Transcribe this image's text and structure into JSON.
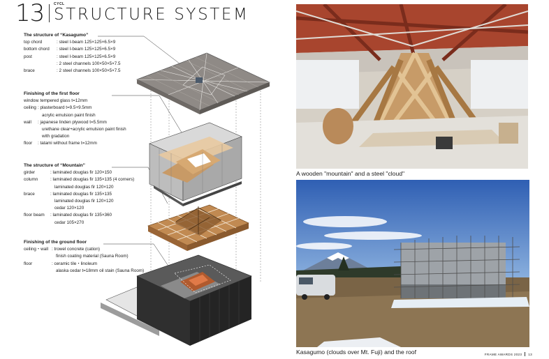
{
  "header": {
    "page_number": "13",
    "tag": "CYCL",
    "title": "STRUCTURE SYSTEM"
  },
  "kasagumo": {
    "title": "The structure of “Kasagumo”",
    "rows": [
      {
        "label": "top chord",
        "value": ": steel I-beam 125×125×6.5×9"
      },
      {
        "label": "bottom chord",
        "value": ": steel I-beam 125×125×6.5×9"
      },
      {
        "label": "post",
        "value": ": steel I-beam 125×125×6.5×9"
      },
      {
        "label": "",
        "value": ": 2 steel channels 100×50×5×7.5"
      },
      {
        "label": "brace",
        "value": ": 2 steel channels 100×50×5×7.5"
      }
    ]
  },
  "first_floor": {
    "title": "Finishing of the first floor",
    "rows": [
      {
        "label": "window",
        "value": ": tempered glass t=12mm"
      },
      {
        "label": "ceiling",
        "value": ": plasterboard t=9.5+9.5mm"
      },
      {
        "label": "",
        "value": "acrylic emulsion paint finish"
      },
      {
        "label": "wall",
        "value": ": japanese linden plywood t=5.5mm"
      },
      {
        "label": "",
        "value": "urethane clear+acrylic emulsion paint finish"
      },
      {
        "label": "",
        "value": "with gradation"
      },
      {
        "label": "floor",
        "value": ": tatami without frame t=12mm"
      }
    ]
  },
  "mountain": {
    "title": "The structure of “Mountain”",
    "rows": [
      {
        "label": "girder",
        "value": ": laminated douglas fir 120×150"
      },
      {
        "label": "column",
        "value": ": laminated douglas fir 135×135 (4 corners)"
      },
      {
        "label": "",
        "value": "laminated douglas fir 120×120"
      },
      {
        "label": "brace",
        "value": ": laminated douglas fir 135×135"
      },
      {
        "label": "",
        "value": "laminated douglas fir 120×120"
      },
      {
        "label": "",
        "value": "cedar 120×120"
      },
      {
        "label": "floor beam",
        "value": ": laminated douglas fir 135×360"
      },
      {
        "label": "",
        "value": "cedar 105×270"
      }
    ]
  },
  "ground_floor": {
    "title": "Finishing of the ground floor",
    "rows": [
      {
        "label": "ceiling・wall",
        "value": ": trowel concrete (cation)"
      },
      {
        "label": "",
        "value": "finish coating material (Sauna Room)"
      },
      {
        "label": "floor",
        "value": ": ceramic tile・linoleum"
      },
      {
        "label": "",
        "value": "alaska cedar t=18mm oil stain (Sauna Room)"
      }
    ]
  },
  "photos": {
    "top_caption": "A wooden \"mountain\" and a steel \"cloud\"",
    "bottom_caption": "Kasagumo (clouds over Mt. Fuji) and the roof"
  },
  "footer": {
    "text": "FRAME AWARDS 2023",
    "page": "13"
  },
  "colors": {
    "steel_roof": "#8f8a86",
    "glass_volume": "#bfbfbf",
    "timber": "#b5814e",
    "ground_box": "#3a3a3a",
    "sky": "#3f76c4"
  }
}
